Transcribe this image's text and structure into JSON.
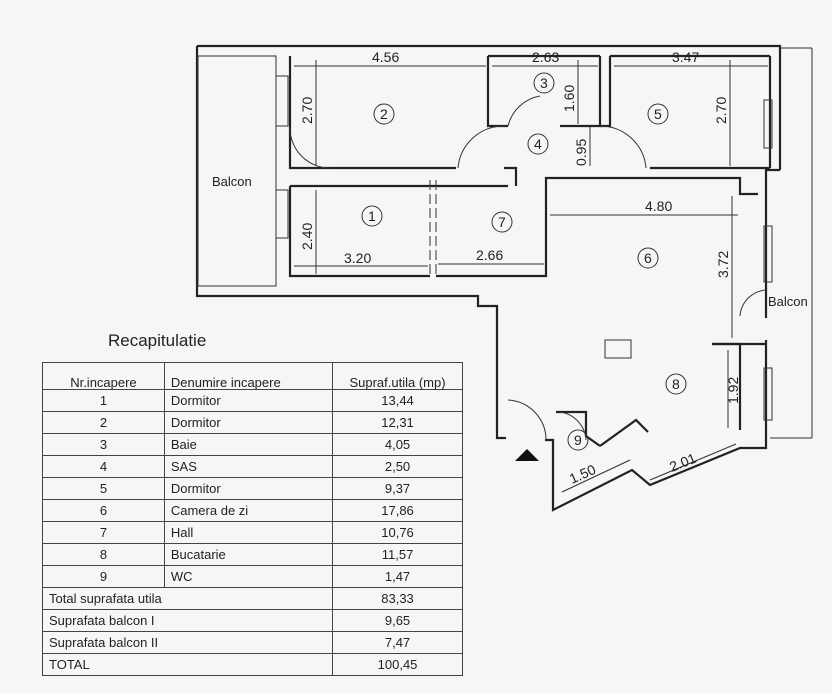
{
  "plan": {
    "balcony_left": "Balcon",
    "balcony_right": "Balcon",
    "dimensions": {
      "room2_width": "4.56",
      "room2_height": "2.70",
      "room3_width": "2.63",
      "room3_height": "1.60",
      "room5_width": "3.47",
      "room5_height": "2.70",
      "sas_height": "0.95",
      "room1_height": "2.40",
      "room1_width": "3.20",
      "hall_width": "2.66",
      "room6_width": "4.80",
      "room6_height": "3.72",
      "room8_height": "1.92",
      "room8_width": "2.01",
      "wc_width": "1.50"
    },
    "room_numbers": [
      "1",
      "2",
      "3",
      "4",
      "5",
      "6",
      "7",
      "8",
      "9"
    ]
  },
  "recap": {
    "title": "Recapitulatie",
    "headers": {
      "nr": "Nr.incapere",
      "name": "Denumire incapere",
      "area": "Supraf.utila (mp)"
    },
    "rows": [
      {
        "nr": "1",
        "name": "Dormitor",
        "area": "13,44"
      },
      {
        "nr": "2",
        "name": "Dormitor",
        "area": "12,31"
      },
      {
        "nr": "3",
        "name": "Baie",
        "area": "4,05"
      },
      {
        "nr": "4",
        "name": "SAS",
        "area": "2,50"
      },
      {
        "nr": "5",
        "name": "Dormitor",
        "area": "9,37"
      },
      {
        "nr": "6",
        "name": "Camera de zi",
        "area": "17,86"
      },
      {
        "nr": "7",
        "name": "Hall",
        "area": "10,76"
      },
      {
        "nr": "8",
        "name": "Bucatarie",
        "area": "11,57"
      },
      {
        "nr": "9",
        "name": "WC",
        "area": "1,47"
      }
    ],
    "totals": [
      {
        "label": "Total suprafata utila",
        "value": "83,33"
      },
      {
        "label": "Suprafata balcon I",
        "value": "9,65"
      },
      {
        "label": "Suprafata balcon II",
        "value": "7,47"
      },
      {
        "label": "TOTAL",
        "value": "100,45"
      }
    ]
  }
}
